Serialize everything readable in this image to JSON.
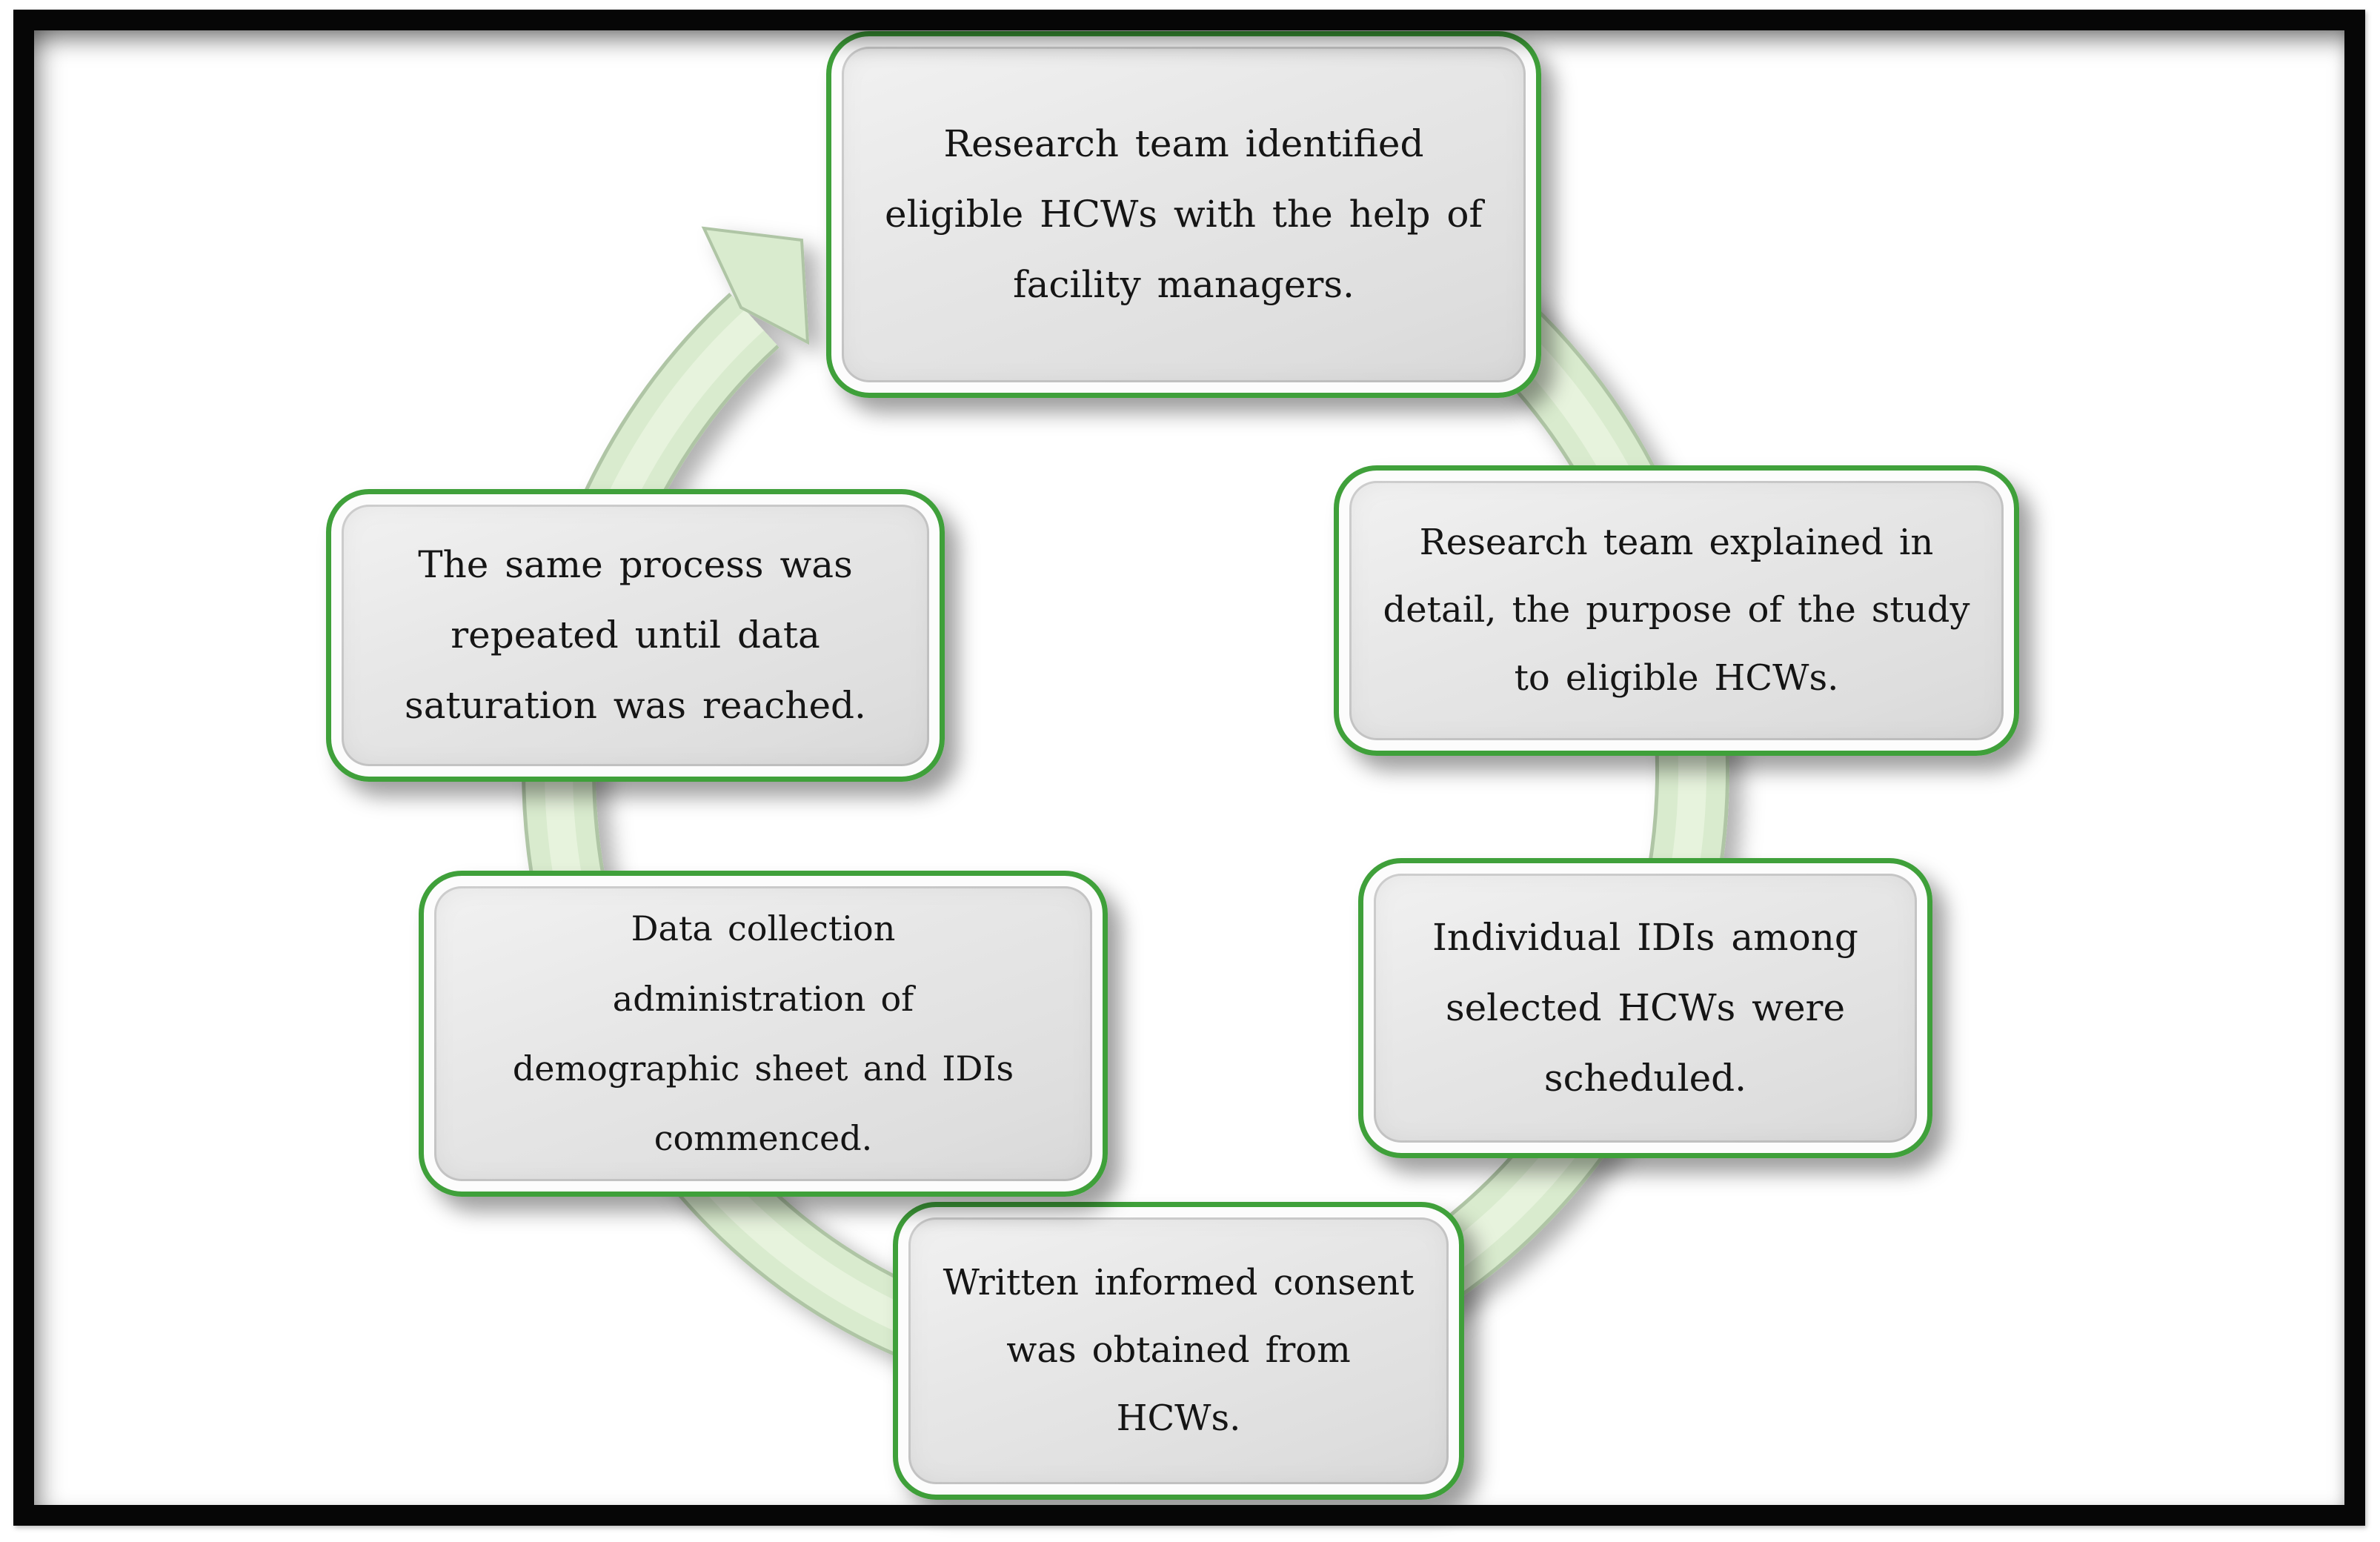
{
  "figure": {
    "description": "Circular process flow of six steps connected by a clockwise pale-green cycle arrow"
  },
  "steps": [
    {
      "id": "top",
      "label": "Research team identified eligible HCWs with the help of facility managers.",
      "lines": [
        "Research team identified",
        "eligible HCWs with the help of",
        "facility managers."
      ]
    },
    {
      "id": "right-upper",
      "label": "Research team explained in detail, the purpose of the study to eligible HCWs.",
      "lines": [
        "Research team explained in",
        "detail, the purpose of the study",
        "to eligible HCWs."
      ]
    },
    {
      "id": "right-lower",
      "label": "Individual IDIs among selected HCWs were scheduled.",
      "lines": [
        "Individual IDIs among",
        "selected HCWs were",
        "scheduled."
      ]
    },
    {
      "id": "bottom",
      "label": "Written informed consent was obtained from HCWs.",
      "lines": [
        "Written informed consent",
        "was obtained from",
        "HCWs."
      ]
    },
    {
      "id": "left-lower",
      "label": "Data collection administration of demographic sheet and IDIs commenced.",
      "lines": [
        "Data collection",
        "administration of",
        "demographic sheet and IDIs",
        "commenced."
      ]
    },
    {
      "id": "left-upper",
      "label": "The same process was repeated until data saturation was reached.",
      "lines": [
        "The same process was",
        "repeated until data",
        "saturation was reached."
      ]
    }
  ],
  "colors": {
    "box_border": "#3fa03a",
    "box_fill": "#e5e5e5",
    "arrow_fill": "#d9ebce",
    "arrow_highlight": "#e7f3dd",
    "arrow_edge": "#afc5a5",
    "frame_border": "#060606",
    "text": "#151515",
    "background": "#ffffff"
  }
}
